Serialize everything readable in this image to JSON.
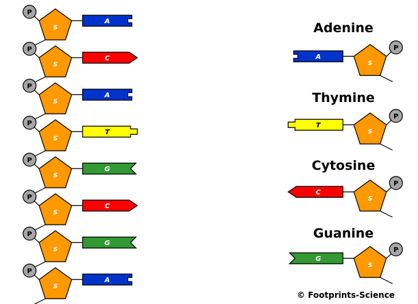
{
  "labels": {
    "phosphate": "P",
    "sugar": "S"
  },
  "colors": {
    "sugar": "#ff9900",
    "phosphate": "#a6a6a6",
    "A": "#0033cc",
    "C": "#ff0000",
    "T": "#ffff00",
    "G": "#339933"
  },
  "strand": [
    {
      "base": "A",
      "shape": "notch-square"
    },
    {
      "base": "C",
      "shape": "point"
    },
    {
      "base": "A",
      "shape": "notch-square"
    },
    {
      "base": "T",
      "shape": "tab"
    },
    {
      "base": "G",
      "shape": "notch-v"
    },
    {
      "base": "C",
      "shape": "point"
    },
    {
      "base": "G",
      "shape": "notch-v"
    },
    {
      "base": "A",
      "shape": "notch-square"
    }
  ],
  "legend": [
    {
      "name": "Adenine",
      "base": "A",
      "shape": "notch-square"
    },
    {
      "name": "Thymine",
      "base": "T",
      "shape": "tab"
    },
    {
      "name": "Cytosine",
      "base": "C",
      "shape": "point"
    },
    {
      "name": "Guanine",
      "base": "G",
      "shape": "notch-v"
    }
  ],
  "copyright": "© Footprints-Science"
}
